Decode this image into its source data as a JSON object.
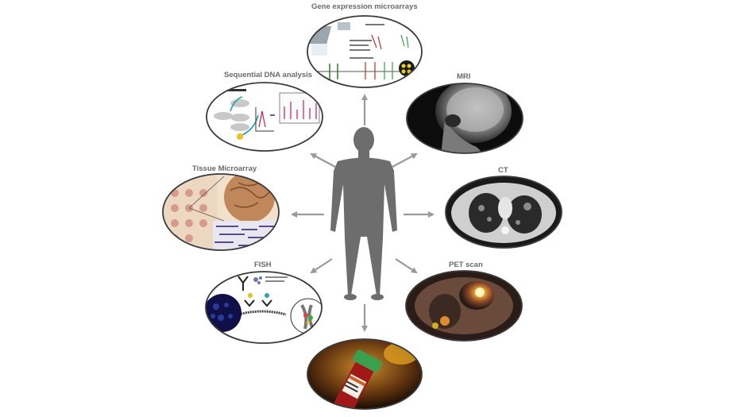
{
  "labels": {
    "gene_expression": "Gene expression microarrays",
    "sequential_dna": "Sequential DNA analysis",
    "mri": "MRI",
    "tissue_microarray": "Tissue Microarray",
    "ct": "CT",
    "fish": "FISH",
    "pet_scan": "PET scan"
  },
  "colors": {
    "arrow": "#9a9a9a",
    "figure": "#6d6d6d",
    "ellipse_border": "#3a3a3a",
    "label": "#6a6a6a"
  }
}
